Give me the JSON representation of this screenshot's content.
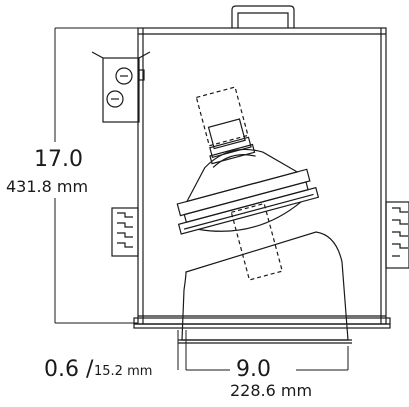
{
  "dimensions": {
    "height_in": "17.0",
    "height_mm": "431.8 mm",
    "flange_in": "0.6 /",
    "flange_mm": "15.2 mm",
    "aperture_in": "9.0",
    "aperture_mm": "228.6 mm"
  },
  "colors": {
    "line": "#1a1a1a",
    "background": "#ffffff"
  }
}
